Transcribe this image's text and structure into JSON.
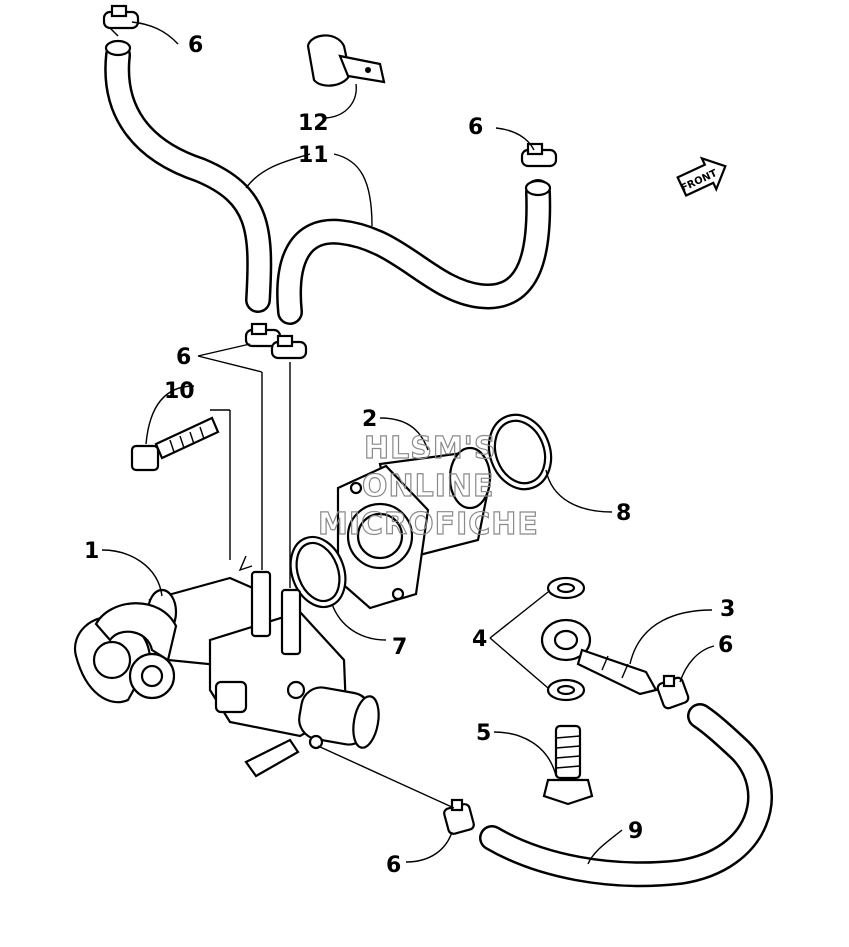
{
  "watermark": {
    "line1": "HLSM'S",
    "line2": "ONLINE",
    "line3": "MICROFICHE"
  },
  "front_marker": "FRONT",
  "callouts": {
    "c1": "1",
    "c2": "2",
    "c3": "3",
    "c4": "4",
    "c5": "5",
    "c6a": "6",
    "c6b": "6",
    "c6c": "6",
    "c6d": "6",
    "c6e": "6",
    "c7": "7",
    "c8": "8",
    "c9": "9",
    "c10": "10",
    "c11": "11",
    "c12": "12"
  },
  "colors": {
    "ink": "#000000",
    "paper": "#ffffff",
    "watermark": "#8a8a8a"
  }
}
